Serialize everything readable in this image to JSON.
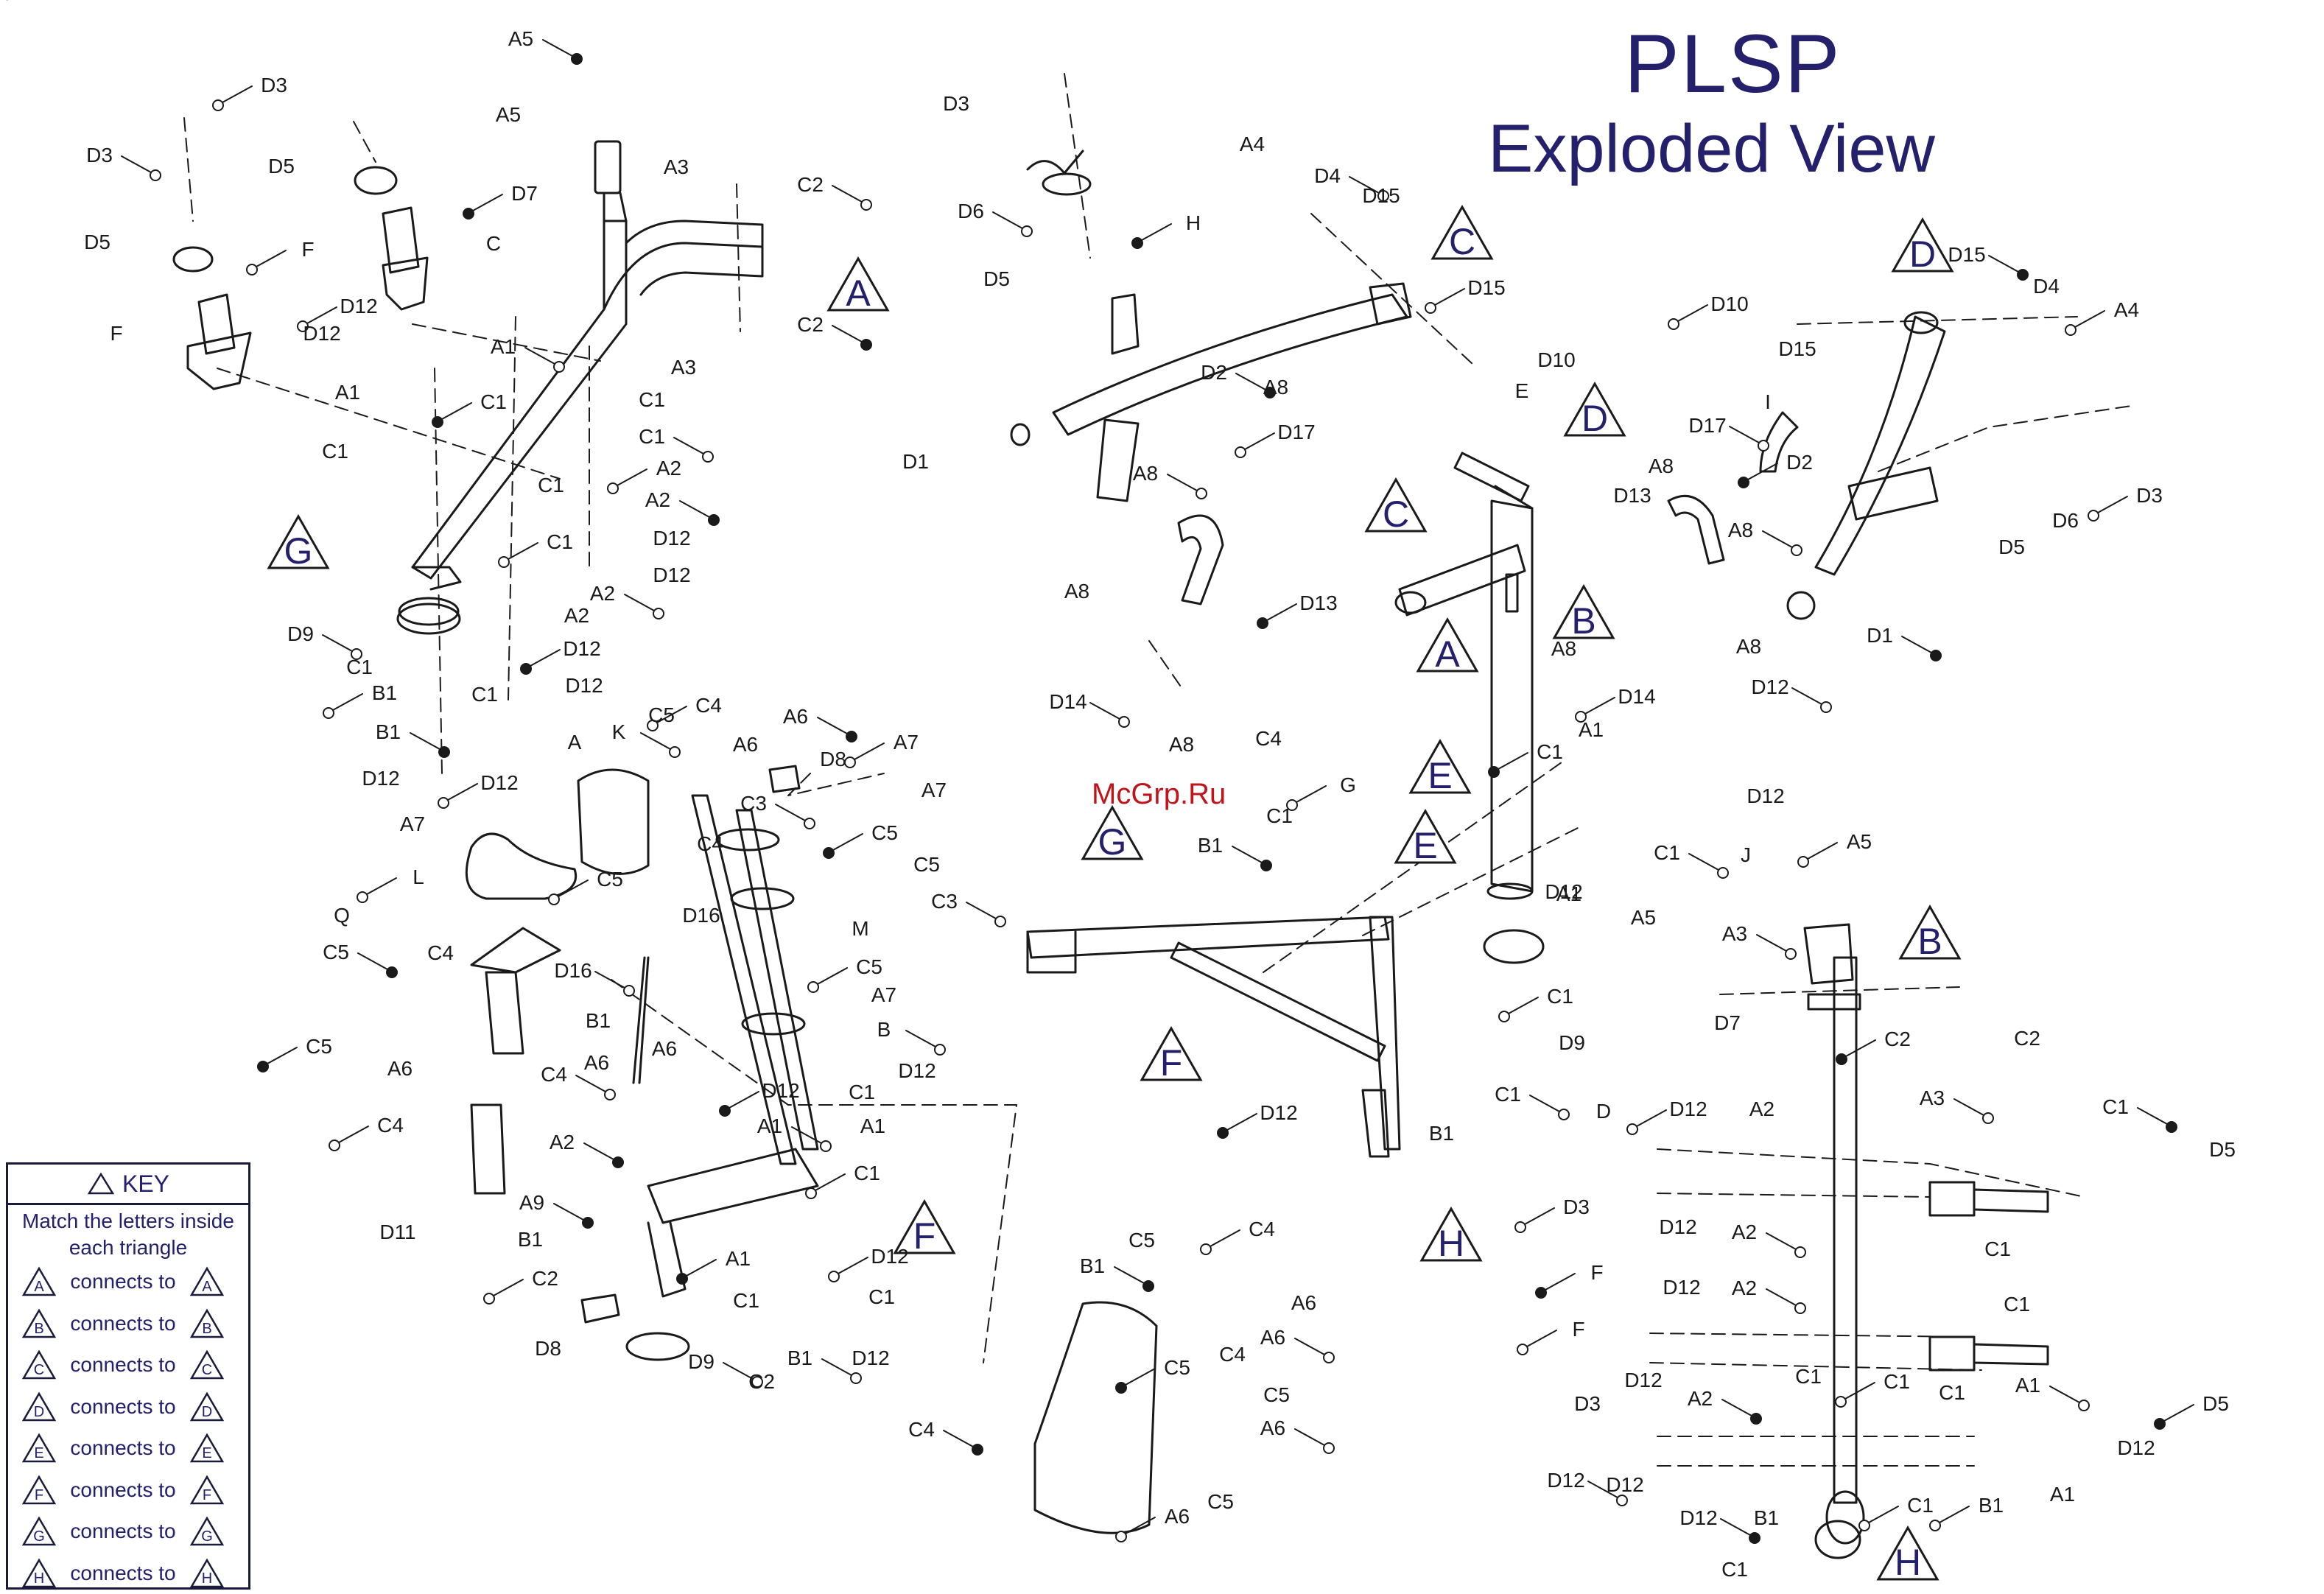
{
  "title": "PLSP",
  "subtitle": "Exploded View",
  "watermark": "McGrp.Ru",
  "key": {
    "heading": "KEY",
    "description_line1": "Match the letters inside",
    "description_line2": "each triangle",
    "connect_text": "connects to",
    "letters": [
      "A",
      "B",
      "C",
      "D",
      "E",
      "F",
      "G",
      "H"
    ]
  },
  "triangle_markers": [
    "A",
    "G",
    "C",
    "D",
    "C",
    "D",
    "A",
    "B",
    "E",
    "E",
    "G",
    "F",
    "F",
    "H",
    "B",
    "H"
  ],
  "callouts": [
    "A5",
    "A5",
    "D3",
    "D5",
    "D3",
    "D5",
    "D7",
    "A3",
    "C2",
    "C",
    "F",
    "F",
    "C2",
    "A3",
    "D12",
    "D12",
    "A1",
    "A1",
    "C1",
    "C1",
    "C1",
    "C1",
    "A2",
    "C1",
    "A2",
    "D12",
    "C1",
    "D12",
    "A2",
    "A2",
    "D12",
    "D12",
    "D9",
    "C1",
    "B1",
    "C1",
    "B1",
    "D12",
    "D12",
    "D3",
    "D6",
    "D5",
    "H",
    "A4",
    "D4",
    "D15",
    "D15",
    "D10",
    "D2",
    "A8",
    "D17",
    "D1",
    "A8",
    "E",
    "D13",
    "A8",
    "D14",
    "A8",
    "D10",
    "D15",
    "D15",
    "D4",
    "A4",
    "I",
    "D17",
    "A8",
    "D2",
    "D13",
    "A8",
    "D6",
    "D3",
    "D5",
    "D1",
    "A8",
    "D14",
    "A8",
    "D12",
    "A1",
    "C1",
    "D12",
    "C1",
    "A1",
    "G",
    "C1",
    "B1",
    "D12",
    "C1",
    "D9",
    "C1",
    "B1",
    "D12",
    "A",
    "K",
    "C5",
    "C4",
    "A6",
    "A6",
    "D8",
    "A7",
    "A7",
    "C3",
    "C4",
    "C5",
    "C5",
    "C3",
    "A7",
    "L",
    "Q",
    "C5",
    "C4",
    "C5",
    "D16",
    "D16",
    "B1",
    "C5",
    "A6",
    "C4",
    "A6",
    "C4",
    "A6",
    "A2",
    "M",
    "C5",
    "A7",
    "B",
    "D12",
    "D12",
    "C1",
    "A1",
    "A1",
    "C1",
    "D11",
    "A9",
    "B1",
    "C2",
    "D8",
    "D9",
    "C2",
    "A1",
    "C1",
    "B1",
    "D12",
    "D12",
    "C1",
    "B1",
    "C5",
    "C4",
    "A6",
    "A6",
    "C4",
    "C5",
    "C5",
    "A6",
    "C4",
    "A6",
    "C5",
    "C4",
    "J",
    "A5",
    "A5",
    "A3",
    "D7",
    "C2",
    "C2",
    "A3",
    "D",
    "D12",
    "A2",
    "C1",
    "D5",
    "D3",
    "D12",
    "A2",
    "C1",
    "F",
    "D12",
    "A2",
    "C1",
    "F",
    "D12",
    "A2",
    "C1",
    "C1",
    "C1",
    "A1",
    "D12",
    "D5",
    "D3",
    "D12",
    "D12",
    "B1",
    "A1",
    "D12",
    "B1",
    "C1",
    "C1",
    "D9"
  ],
  "colors": {
    "ink": "#1a1a1a",
    "title": "#24206b",
    "watermark": "#c0141a"
  }
}
